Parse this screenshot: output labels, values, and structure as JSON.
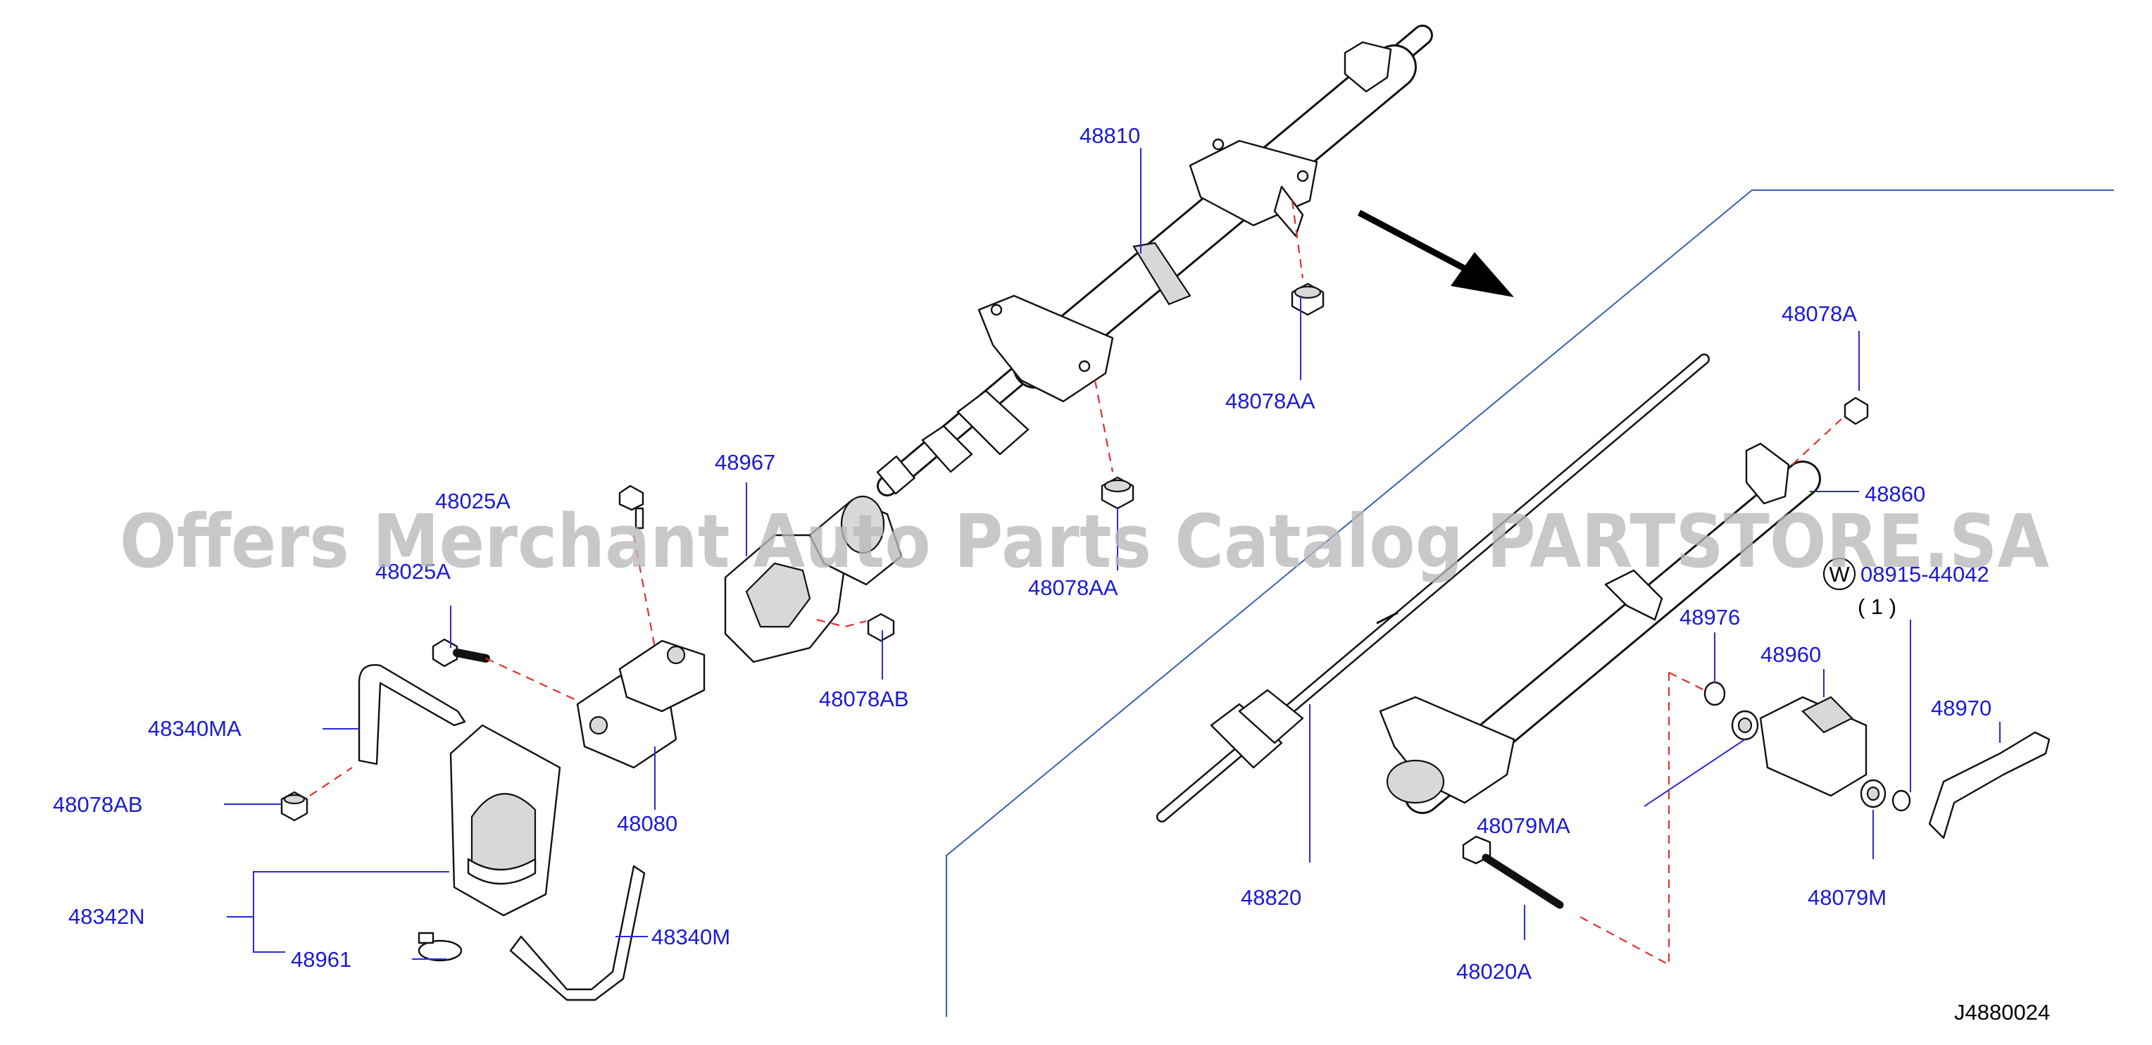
{
  "diagram_code": "J4880024",
  "watermark": "Offers Merchant Auto Parts Catalog PARTSTORE.SA",
  "colors": {
    "label": "#1a1ad6",
    "leader": "#2a2ad8",
    "dashed_leader": "#e03030",
    "frame": "#3a5fb0",
    "watermark": "#b9b9b9"
  },
  "parts": {
    "p48810": "48810",
    "p48078AA_top": "48078AA",
    "p48078AA_mid": "48078AA",
    "p48967": "48967",
    "p48025A_upper": "48025A",
    "p48025A_lower": "48025A",
    "p48078AB_center": "48078AB",
    "p48080": "48080",
    "p48340MA": "48340MA",
    "p48078AB_left": "48078AB",
    "p48342N": "48342N",
    "p48961": "48961",
    "p48340M": "48340M",
    "p48078A": "48078A",
    "p48860": "48860",
    "p08915": "08915-44042",
    "p08915_qty": "( 1 )",
    "p48976": "48976",
    "p48960": "48960",
    "p48970": "48970",
    "p48079MA": "48079MA",
    "p48079M": "48079M",
    "p48820": "48820",
    "p48020A": "48020A"
  },
  "washer_symbol": "W"
}
